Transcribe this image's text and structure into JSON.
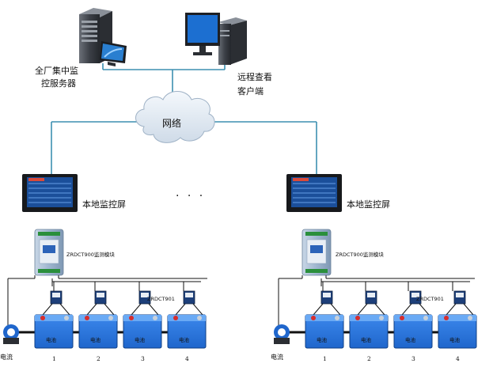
{
  "server_label_line1": "全厂集中监",
  "server_label_line2": "控服务器",
  "client_label_line1": "远程查看",
  "client_label_line2": "客户端",
  "network_label": "网络",
  "screen_label": "本地监控屏",
  "ellipsis": "· · ·",
  "module_label": "ZRDCT900监测模块",
  "sensor_label": "ZRDCT901",
  "battery_label": "电池",
  "current_label": "电流",
  "battery_numbers": [
    "1",
    "2",
    "3",
    "4"
  ]
}
